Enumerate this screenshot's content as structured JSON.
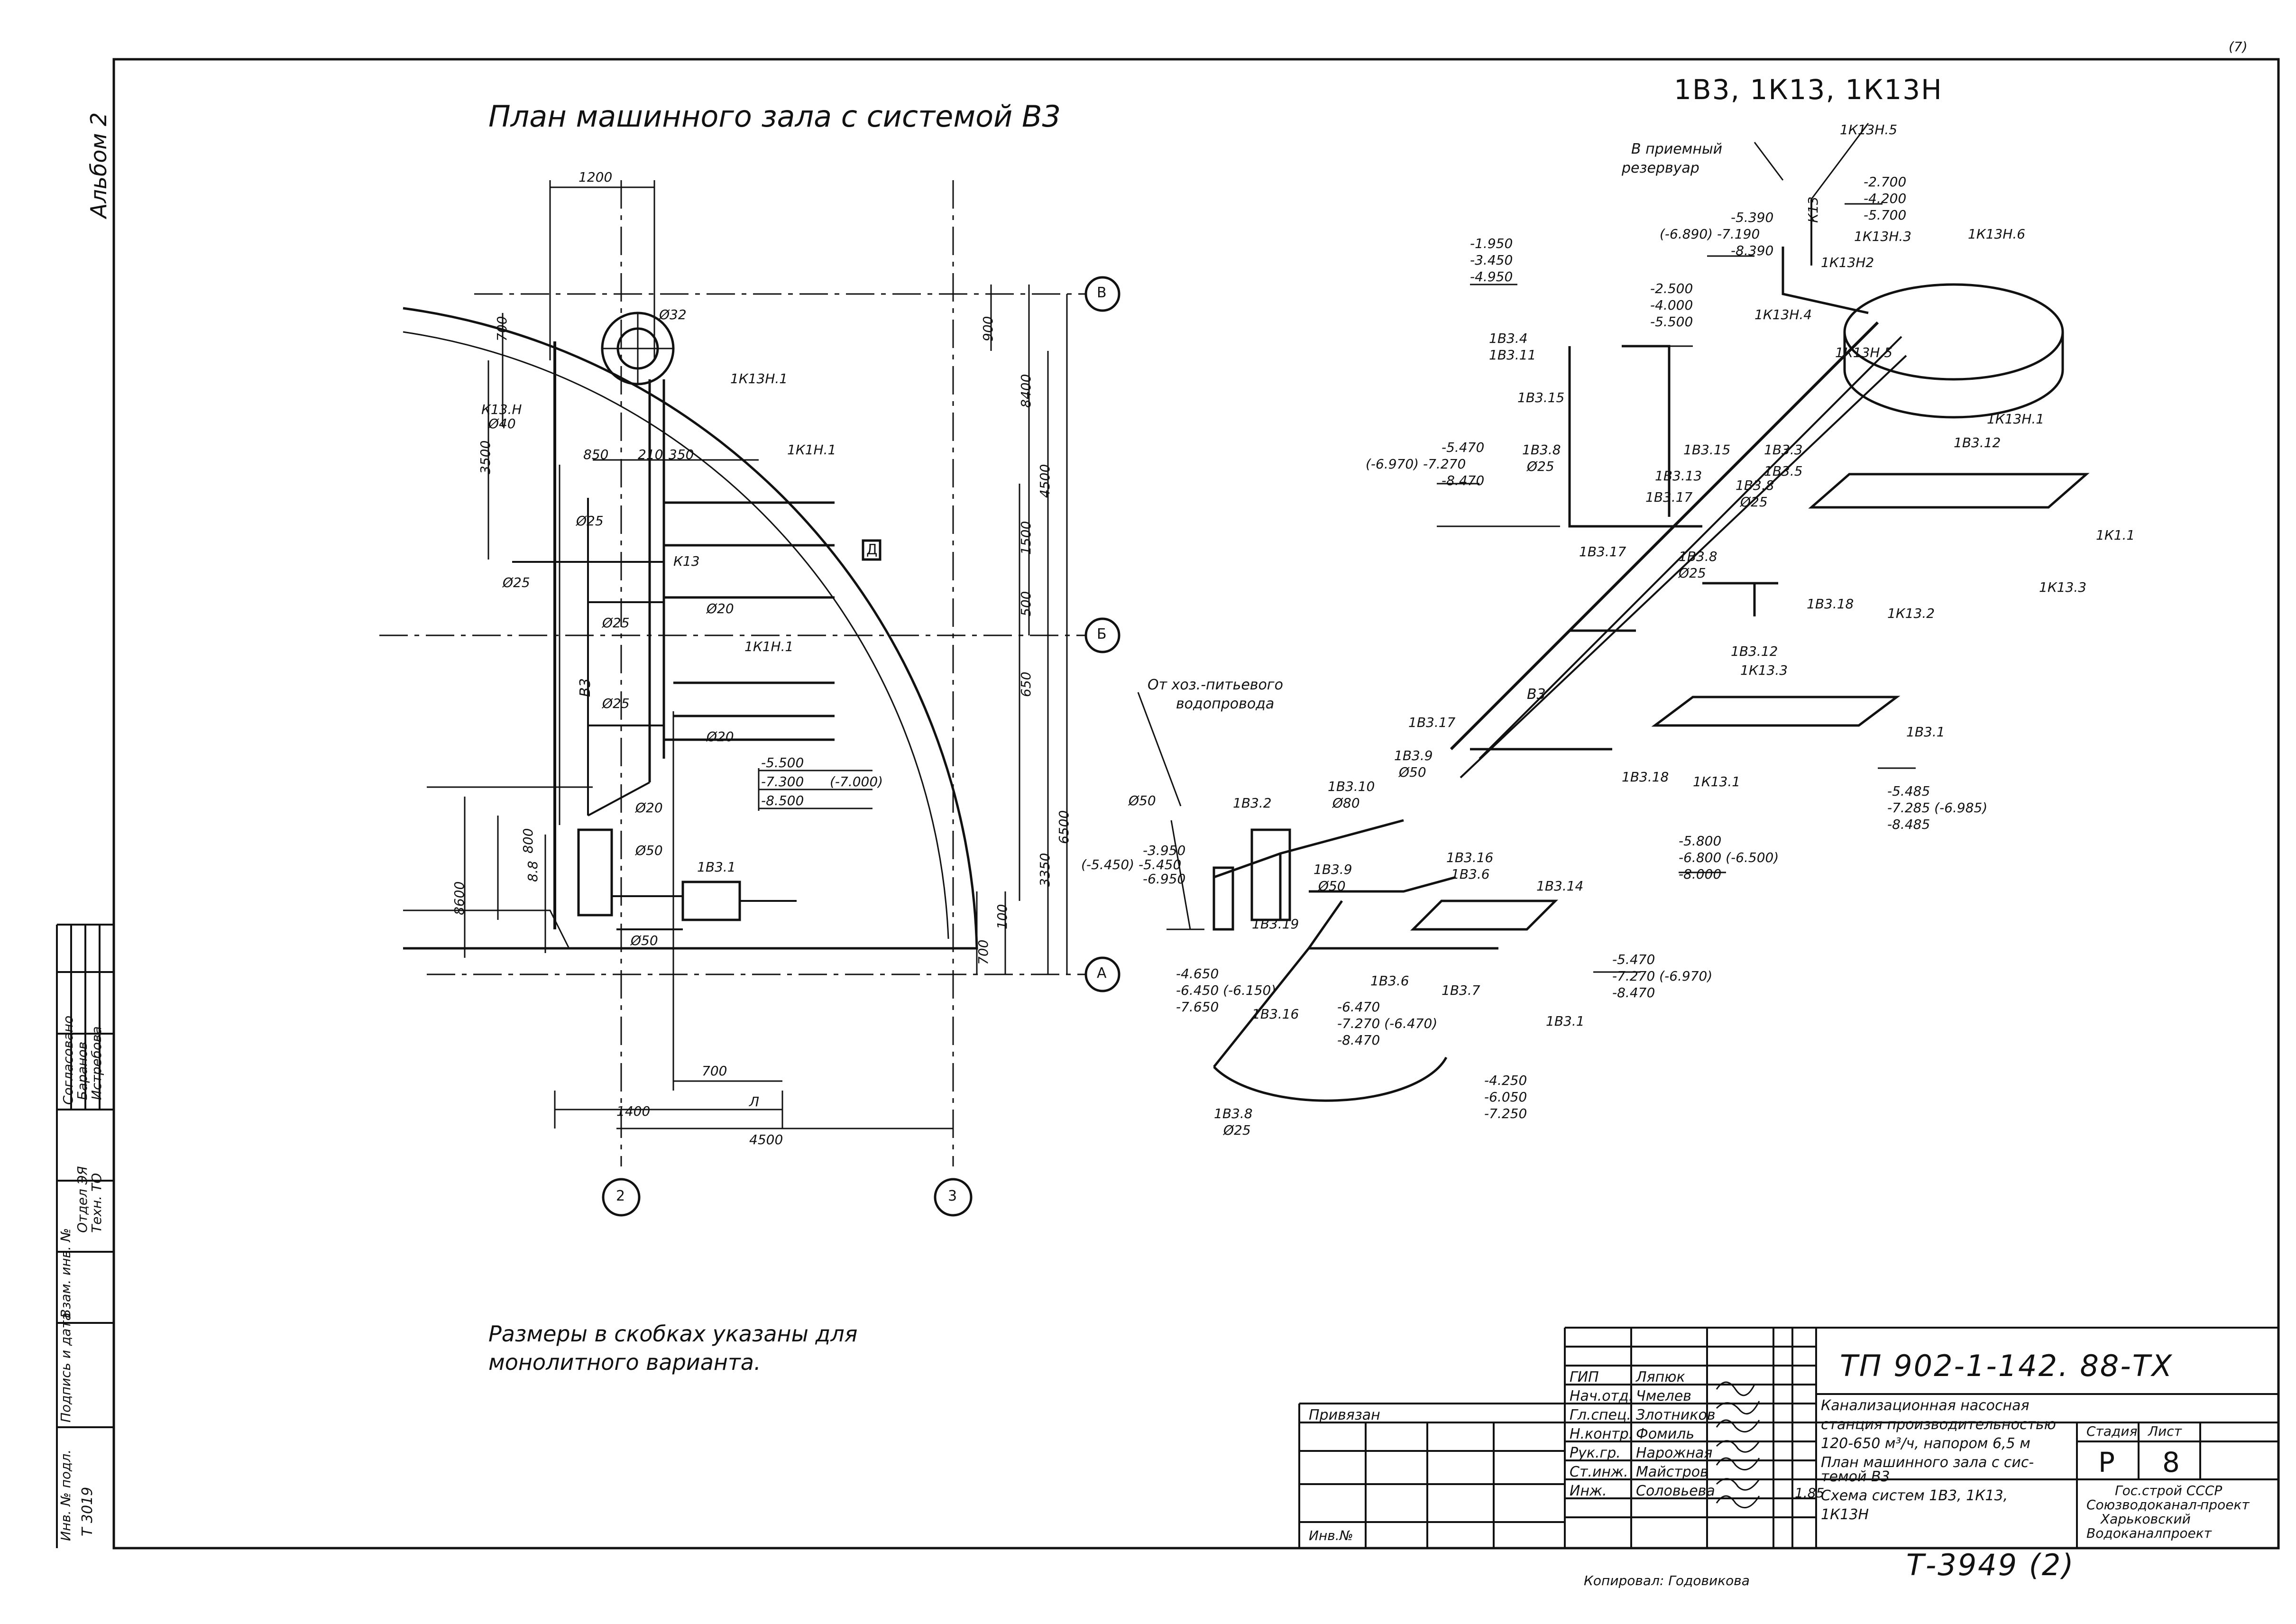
{
  "drawing": {
    "plan_title": "План машинного зала с системой В3",
    "scheme_title": "1В3, 1К13, 1К13Н",
    "album": "Альбом 2",
    "note_line1": "Размеры в скобках указаны для",
    "note_line2": "монолитного варианта.",
    "copied_by": "Копировал: Годовикова",
    "archive_no": "Т-3949 (2)",
    "corner_mark": "(7)"
  },
  "plan": {
    "axes": {
      "v1": "В",
      "v2": "Б",
      "v3": "А",
      "h1": "2",
      "h2": "3"
    },
    "dims": [
      "1200",
      "700",
      "3500",
      "900",
      "8400",
      "4500",
      "1500",
      "500",
      "650",
      "6500",
      "3350",
      "850",
      "350",
      "210",
      "900",
      "1400",
      "Л",
      "4500",
      "700",
      "8600",
      "800",
      "8.8",
      "100",
      "700"
    ],
    "labels": {
      "k13n": "К13.Н",
      "k13n_d": "Ø40",
      "k13n1": "1К13Н.1",
      "k1n1": "1К1Н.1",
      "k1n1b": "1К1Н.1",
      "room": "Д",
      "b3": "В3",
      "k13": "К13",
      "d25a": "Ø25",
      "d25b": "Ø25",
      "d25c": "Ø25",
      "d25d": "Ø25",
      "d20a": "Ø20",
      "d20b": "Ø20",
      "d20c": "Ø20",
      "d50a": "Ø50",
      "d50b": "Ø50",
      "b3_1": "1В3.1",
      "d32": "Ø32"
    },
    "levels": [
      "-5.500",
      "-7.300",
      "(-7.000)",
      "-8.500"
    ]
  },
  "scheme": {
    "labels": {
      "v_priem": "В приемный",
      "rezervuar": "резервуар",
      "k13n5": "1К13Н.5",
      "k13": "К13",
      "lv_a1": "-2.700",
      "lv_a2": "-4.200",
      "lv_a3": "-5.700",
      "lv_b1": "-5.390",
      "lv_b2": "(-6.890) -7.190",
      "lv_b3": "-8.390",
      "k13n3": "1К13Н.3",
      "k13n6": "1К13Н.6",
      "k13n2": "1К13Н2",
      "k13n4": "1К13Н.4",
      "k13n5b": "1К13Н.5",
      "k13n1": "1К13Н.1",
      "lv_c1": "-1.950",
      "lv_c2": "-3.450",
      "lv_c3": "-4.950",
      "lv_d1": "-2.500",
      "lv_d2": "-4.000",
      "lv_d3": "-5.500",
      "b3_4": "1В3.4",
      "b3_11": "1В3.11",
      "b3_15": "1В3.15",
      "lv_e1": "-5.470",
      "lv_e2": "(-6.970) -7.270",
      "lv_e3": "-8.470",
      "b3_8": "1В3.8",
      "d25": "Ø25",
      "b3_15b": "1В3.15",
      "b3_3": "1В3.3",
      "b3_13": "1В3.13",
      "b3_5": "1В3.5",
      "b3_8b": "1В3.8",
      "d25b": "Ø25",
      "b3_17": "1В3.17",
      "b3_12": "1В3.12",
      "k12": "1К1.1",
      "b3_17b": "1В3.17",
      "b3_8c": "1В3.8",
      "d25c": "Ø25",
      "k13_3": "1К13.3",
      "b3_18": "1В3.18",
      "k13_2": "1К13.2",
      "b3_12b": "1В3.12",
      "k13_3b": "1К13.3",
      "b3": "В3",
      "b3_1": "1В3.1",
      "from_water": "От хоз.-питьевого",
      "water_main": "водопровода",
      "b3_17c": "1В3.17",
      "b3_9": "1В3.9",
      "d50": "Ø50",
      "b3_10": "1В3.10",
      "d80": "Ø80",
      "b3_2": "1В3.2",
      "b3_18b": "1В3.18",
      "k13_1": "1К13.1",
      "lv_f1": "-5.485",
      "lv_f2": "-7.285 (-6.985)",
      "lv_f3": "-8.485",
      "d50b": "Ø50",
      "lv_g1": "-3.950",
      "lv_g2": "(-5.450) -5.450",
      "lv_g3": "-6.950",
      "b3_19": "1В3.19",
      "b3_9b": "1В3.9",
      "d50c": "Ø50",
      "b3_16": "1В3.16",
      "b3_6": "1В3.6",
      "b3_14": "1В3.14",
      "lv_h1": "-5.800",
      "lv_h2": "-6.800 (-6.500)",
      "lv_h3": "-8.000",
      "b3_7": "1В3.7",
      "b3_1b": "1В3.1",
      "b3_6b": "1В3.6",
      "b3_16b": "1В3.16",
      "lv_i1": "-5.470",
      "lv_i2": "-7.270 (-6.970)",
      "lv_i3": "-8.470",
      "lv_j1": "-4.650",
      "lv_j2": "-6.450 (-6.150)",
      "lv_j3": "-7.650",
      "lv_k1": "-6.470",
      "lv_k2": "-7.270 (-6.470)",
      "lv_k3": "-8.470",
      "b3_8d": "1В3.8",
      "d25d": "Ø25",
      "lv_l1": "-4.250",
      "lv_l2": "-6.050",
      "lv_l3": "-7.250"
    }
  },
  "title_block": {
    "code": "ТП 902-1-142. 88-ТХ",
    "roles": [
      "ГИП",
      "Нач.отд.",
      "Гл.спец.",
      "Н.контр.",
      "Рук.гр.",
      "Ст.инж.",
      "Инж."
    ],
    "names": [
      "Ляпюк",
      "Чмелев",
      "Злотников",
      "Фомиль",
      "Нарожная",
      "Майстров",
      "Соловьева"
    ],
    "project_desc": [
      "Канализационная насосная",
      "станция производительностью",
      "120-650 м³/ч, напором 6,5 м"
    ],
    "sheet_desc": [
      "План машинного зала с сис-",
      "темой В3",
      "Схема систем 1В3, 1К13,",
      "1К13Н"
    ],
    "stage_label": "Стадия",
    "stage": "Р",
    "sheet_label": "Лист",
    "sheet": "8",
    "org": [
      "Гос.строй СССР",
      "Союзводоканал-",
      "проект",
      "Харьковский",
      "Водоканалпроект"
    ],
    "privyazan": "Привязан",
    "inv_label": "Инв.№",
    "extra": "1.85"
  },
  "side_stamp": {
    "title": "Согласовано",
    "rows": [
      "Отдел ЭЯ",
      "Техн. ТО"
    ],
    "sigs": [
      "Баранов",
      "Истребова"
    ],
    "cols": [
      "Инв. № подл.",
      "Подпись и дата",
      "Взам. инв. №"
    ],
    "inv_no": "Т 3019"
  }
}
